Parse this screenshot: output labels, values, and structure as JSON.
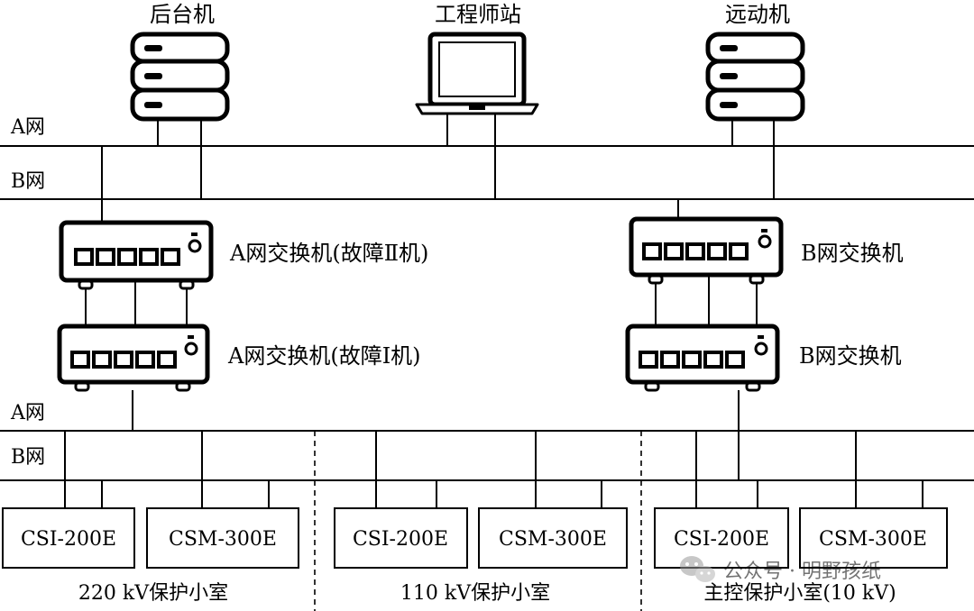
{
  "top_nodes": {
    "backend_server": "后台机",
    "engineer_station": "工程师站",
    "remote_terminal": "远动机"
  },
  "networks": {
    "a_top": "A网",
    "b_top": "B网",
    "a_bottom": "A网",
    "b_bottom": "B网"
  },
  "switches": {
    "a_switch_fault2": "A网交换机(故障Ⅱ机)",
    "a_switch_fault1": "A网交换机(故障Ⅰ机)",
    "b_switch_upper": "B网交换机",
    "b_switch_lower": "B网交换机"
  },
  "devices": {
    "csi_220": "CSI-200E",
    "csm_220": "CSM-300E",
    "csi_110": "CSI-200E",
    "csm_110": "CSM-300E",
    "csi_main": "CSI-200E",
    "csm_main": "CSM-300E"
  },
  "rooms": {
    "room_220": "220 kV保护小室",
    "room_110": "110 kV保护小室",
    "room_main": "主控保护小室(10 kV)"
  },
  "watermark": {
    "text": "公众号 · 明野孩纸",
    "icon": "wechat-icon"
  }
}
